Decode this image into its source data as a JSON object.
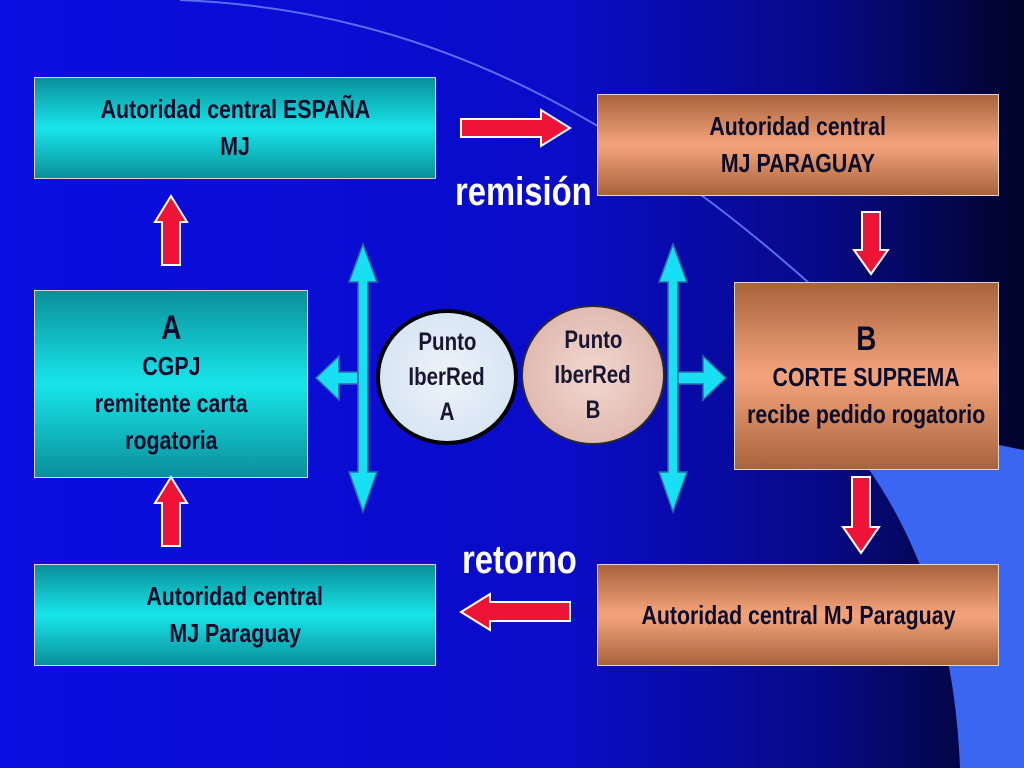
{
  "boxes": {
    "espana": {
      "line1": "Autoridad central ESPAÑA",
      "line2": "MJ"
    },
    "paraguay_top": {
      "line1": "Autoridad central",
      "line2": "MJ PARAGUAY"
    },
    "a": {
      "letter": "A",
      "line1": "CGPJ",
      "line2": "remitente carta",
      "line3": "rogatoria"
    },
    "b": {
      "letter": "B",
      "line1": "CORTE SUPREMA",
      "line2": "recibe pedido rogatorio"
    },
    "paraguay_left": {
      "line1": "Autoridad central",
      "line2": "MJ Paraguay"
    },
    "paraguay_right": {
      "line1": "Autoridad central MJ Paraguay"
    }
  },
  "circles": {
    "a": {
      "line1": "Punto",
      "line2": "IberRed",
      "line3": "A"
    },
    "b": {
      "line1": "Punto",
      "line2": "IberRed",
      "line3": "B"
    }
  },
  "labels": {
    "remision": "remisión",
    "retorno": "retorno"
  },
  "colors": {
    "arrow_red": "#ee1437",
    "arrow_cyan": "#18dff2",
    "box_cyan": "#17e2e6",
    "box_brown": "#f2a27a"
  }
}
